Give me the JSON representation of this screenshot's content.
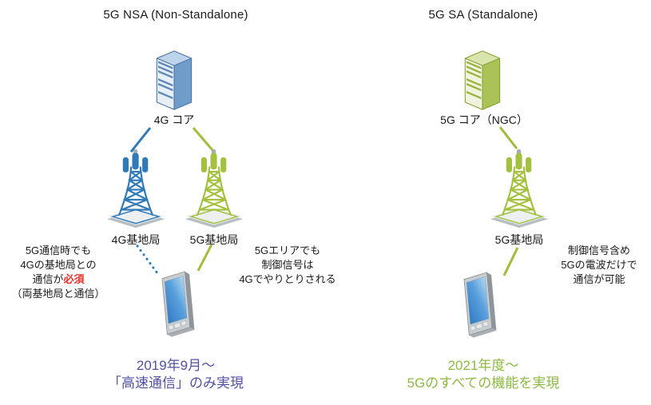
{
  "colors": {
    "blue": "#2f7ab7",
    "green": "#a3c13f",
    "green_text": "#8cb943",
    "purple": "#5151a3",
    "red": "#e8332b",
    "text": "#1a1a1a"
  },
  "icons": [
    "server-icon",
    "cell-tower-icon",
    "smartphone-icon"
  ],
  "nsa": {
    "title": "5G NSA (Non-Standalone)",
    "core_label": "4G コア",
    "tower_4g_label": "4G基地局",
    "tower_5g_label": "5G基地局",
    "note_left": {
      "l1": "5G通信時でも",
      "l2": "4Gの基地局との",
      "l3_prefix": "通信が",
      "l3_emphasis": "必須",
      "l4": "（両基地局と通信）"
    },
    "note_right": {
      "l1": "5Gエリアでも",
      "l2": "制御信号は",
      "l3": "4Gでやりとりされる"
    },
    "footer": {
      "l1": "2019年9月〜",
      "l2": "「高速通信」のみ実現"
    }
  },
  "sa": {
    "title": "5G SA (Standalone)",
    "core_label": "5G コア（NGC）",
    "tower_5g_label": "5G基地局",
    "note": {
      "l1": "制御信号含め",
      "l2": "5Gの電波だけで",
      "l3": "通信が可能"
    },
    "footer": {
      "l1": "2021年度〜",
      "l2": "5Gのすべての機能を実現"
    }
  }
}
